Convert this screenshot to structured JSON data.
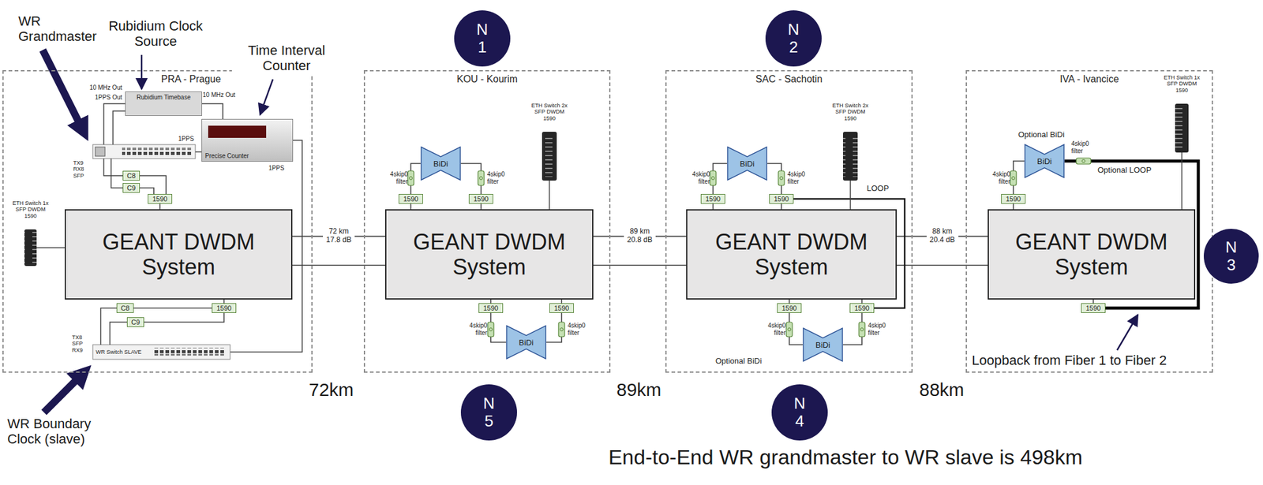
{
  "diagram": {
    "nodes": [
      {
        "text": [
          "PRA - Prague"
        ]
      },
      {
        "text": [
          "GEANT DWDM System"
        ],
        "in": 0
      },
      {
        "text": [
          "KOU - Kourim"
        ]
      },
      {
        "text": [
          "GEANT DWDM System"
        ],
        "in": 2
      },
      {
        "text": [
          "SAC - Sachotin"
        ]
      },
      {
        "text": [
          "GEANT DWDM System"
        ],
        "in": 4
      },
      {
        "text": [
          "IVA - Ivancice"
        ]
      },
      {
        "text": [
          "GEANT DWDM System"
        ],
        "in": 6
      },
      {
        "text": [
          "N 1"
        ]
      },
      {
        "text": [
          "N 2"
        ]
      },
      {
        "text": [
          "N 3"
        ]
      },
      {
        "text": [
          "N 4"
        ]
      },
      {
        "text": [
          "N 5"
        ]
      },
      {
        "text": [
          "1590"
        ],
        "in": 0
      },
      {
        "text": [
          "1590"
        ],
        "in": 0
      },
      {
        "text": [
          "1590"
        ],
        "in": 2
      },
      {
        "text": [
          "1590"
        ],
        "in": 2
      },
      {
        "text": [
          "1590"
        ],
        "in": 2
      },
      {
        "text": [
          "1590"
        ],
        "in": 2
      },
      {
        "text": [
          "1590"
        ],
        "in": 4
      },
      {
        "text": [
          "1590"
        ],
        "in": 4
      },
      {
        "text": [
          "1590"
        ],
        "in": 4
      },
      {
        "text": [
          "1590"
        ],
        "in": 4
      },
      {
        "text": [
          "1590"
        ],
        "in": 6
      },
      {
        "text": [
          "1590"
        ],
        "in": 6
      },
      {
        "text": [
          "BiDi"
        ],
        "in": 2
      },
      {
        "text": [
          "BiDi"
        ],
        "in": 2
      },
      {
        "text": [
          "BiDi"
        ],
        "in": 4
      },
      {
        "text": [
          "BiDi"
        ],
        "in": 4
      },
      {
        "text": [
          "BiDi"
        ],
        "in": 6
      },
      {
        "text": [
          "C8"
        ],
        "in": 0
      },
      {
        "text": [
          "C9"
        ],
        "in": 0
      },
      {
        "text": [
          "C8"
        ],
        "in": 0
      },
      {
        "text": [
          "C9"
        ],
        "in": 0
      },
      {
        "text": [
          "Rubidium Timebase"
        ],
        "in": 0
      },
      {
        "text": [
          "Precise Counter"
        ],
        "in": 0
      },
      {
        "text": [
          "WR Switch SLAVE"
        ],
        "in": 0
      }
    ],
    "edges": [
      {
        "from": 1,
        "to": 3,
        "arrow": "none",
        "label": "72 km 17.8 dB"
      },
      {
        "from": 1,
        "to": 3,
        "arrow": "none"
      },
      {
        "from": 3,
        "to": 5,
        "arrow": "none",
        "label": "89 km 20.8 dB"
      },
      {
        "from": 3,
        "to": 5,
        "arrow": "none"
      },
      {
        "from": 5,
        "to": 7,
        "arrow": "none",
        "label": "88 km 20.4 dB"
      },
      {
        "from": 5,
        "to": 7,
        "arrow": "none"
      },
      {
        "from": 13,
        "to": 1,
        "arrow": "none"
      },
      {
        "from": 14,
        "to": 1,
        "arrow": "none"
      },
      {
        "from": 15,
        "to": 3,
        "arrow": "none"
      },
      {
        "from": 16,
        "to": 3,
        "arrow": "none"
      },
      {
        "from": 17,
        "to": 3,
        "arrow": "none"
      },
      {
        "from": 18,
        "to": 3,
        "arrow": "none"
      },
      {
        "from": 19,
        "to": 5,
        "arrow": "none"
      },
      {
        "from": 20,
        "to": 5,
        "arrow": "none"
      },
      {
        "from": 21,
        "to": 5,
        "arrow": "none"
      },
      {
        "from": 22,
        "to": 5,
        "arrow": "none"
      },
      {
        "from": 23,
        "to": 7,
        "arrow": "none"
      },
      {
        "from": 24,
        "to": 7,
        "arrow": "none"
      },
      {
        "from": 30,
        "to": 13,
        "arrow": "none"
      },
      {
        "from": 31,
        "to": 13,
        "arrow": "none"
      },
      {
        "from": 32,
        "to": 14,
        "arrow": "none"
      },
      {
        "from": 33,
        "to": 14,
        "arrow": "none"
      },
      {
        "from": 15,
        "to": 25,
        "arrow": "none"
      },
      {
        "from": 16,
        "to": 25,
        "arrow": "none"
      },
      {
        "from": 17,
        "to": 26,
        "arrow": "none"
      },
      {
        "from": 18,
        "to": 26,
        "arrow": "none"
      },
      {
        "from": 19,
        "to": 27,
        "arrow": "none"
      },
      {
        "from": 20,
        "to": 27,
        "arrow": "none"
      },
      {
        "from": 21,
        "to": 28,
        "arrow": "none"
      },
      {
        "from": 22,
        "to": 28,
        "arrow": "none"
      },
      {
        "from": 23,
        "to": 29,
        "arrow": "none"
      },
      {
        "from": 20,
        "to": 22,
        "arrow": "none"
      },
      {
        "from": 29,
        "to": 24,
        "arrow": "none"
      },
      {
        "from": 34,
        "to": 35,
        "arrow": "none"
      },
      {
        "from": 35,
        "to": 36,
        "arrow": "none"
      }
    ],
    "labels": [
      "WR Grandmaster",
      "Rubidium Clock Source",
      "Time Interval Counter",
      "WR Boundary Clock (slave)",
      "72km",
      "89km",
      "88km",
      "End-to-End WR grandmaster to WR slave is 498km",
      "Loopback from Fiber 1 to Fiber 2",
      "LOOP",
      "Optional LOOP",
      "Optional BiDi",
      "Optional BiDi",
      "ETH Switch 2x SFP DWDM 1590",
      "ETH Switch 2x SFP DWDM 1590",
      "ETH Switch 1x SFP DWDM 1590",
      "ETH Switch 1x SFP DWDM 1590",
      "4skip0 filter",
      "4skip0 filter",
      "4skip0 filter",
      "4skip0 filter",
      "4skip0 filter",
      "4skip0 filter",
      "4skip0 filter",
      "4skip0 filter",
      "4skip0 filter",
      "4skip0 filter",
      "10 MHz Out",
      "1PPS Out",
      "10 MHz Out",
      "1PPS",
      "1PPS",
      "TX9 RX8 SFP",
      "TX8 SFP RX9"
    ]
  }
}
